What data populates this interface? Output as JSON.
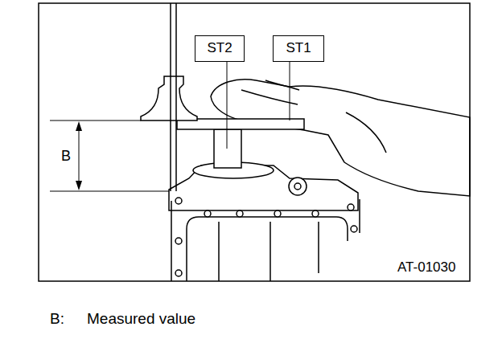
{
  "diagram": {
    "nodes": [
      {
        "text": [
          "ST2"
        ]
      },
      {
        "text": [
          "ST1"
        ]
      }
    ],
    "labels": [
      "B",
      "AT-01030",
      "B:",
      "Measured value"
    ]
  }
}
